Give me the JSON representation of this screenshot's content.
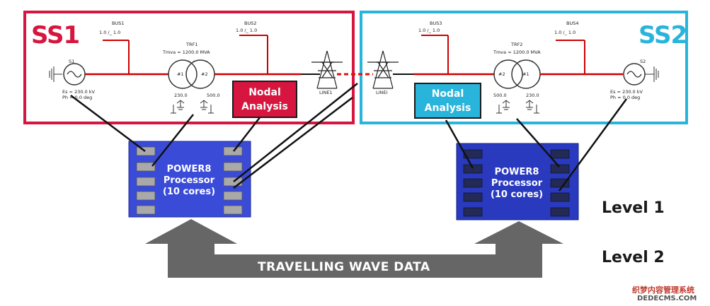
{
  "colors": {
    "ss1": "#d6163f",
    "ss2": "#29b4db",
    "processor": "#3a4bd8",
    "processor_dark": "#2a3abf",
    "arrow": "#666666"
  },
  "ss1": {
    "label": "SS1",
    "bus1": {
      "name": "BUS1",
      "values": "1.0    /_    1.0"
    },
    "bus2": {
      "name": "BUS2",
      "values": "1.0    /_    1.0"
    },
    "source": {
      "name": "S1",
      "es": "Es = 230.0 kV",
      "ph": "Ph = 0.0 deg"
    },
    "transformer": {
      "name": "TRF1",
      "rating": "Tmva = 1200.0 MVA",
      "w1": "#1",
      "w2": "#2",
      "v1": "230.0",
      "v2": "500.0"
    },
    "line": "LINE1"
  },
  "ss2": {
    "label": "SS2",
    "bus3": {
      "name": "BUS3",
      "values": "1.0    /_    1.0"
    },
    "bus4": {
      "name": "BUS4",
      "values": "1.0    /_    1.0"
    },
    "source": {
      "name": "S2",
      "es": "Es = 230.0 kV",
      "ph": "Ph = 0.0 deg"
    },
    "transformer": {
      "name": "TRF2",
      "rating": "Tmva = 1200.0 MVA",
      "w1": "#2",
      "w2": "#1",
      "v1": "500.0",
      "v2": "230.0"
    },
    "line": "LINEI"
  },
  "nodal_left": {
    "line1": "Nodal",
    "line2": "Analysis"
  },
  "nodal_right": {
    "line1": "Nodal",
    "line2": "Analysis"
  },
  "processor_left": {
    "line1": "POWER8",
    "line2": "Processor",
    "line3": "(10 cores)"
  },
  "processor_right": {
    "line1": "POWER8",
    "line2": "Processor",
    "line3": "(10 cores)"
  },
  "levels": {
    "level1": "Level 1",
    "level2": "Level 2"
  },
  "wave_label": "TRAVELLING WAVE DATA",
  "watermark": {
    "line1": "织梦内容管理系统",
    "line2": "DEDECMS.COM"
  }
}
